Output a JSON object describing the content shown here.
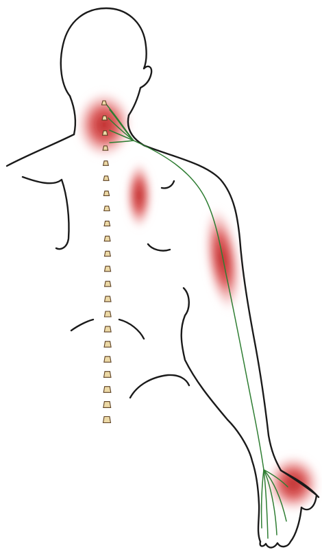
{
  "diagram": {
    "subject": "posterior-upper-body",
    "colors": {
      "outline": "#1a1a1a",
      "nerve": "#2e7d32",
      "pain": "#d32f2f",
      "pain_core": "#b71c1c",
      "vertebra_fill": "#ecd9a6",
      "vertebra_stroke": "#5b3f22"
    },
    "vertebrae_count": 22,
    "pain_regions": [
      "neck",
      "upper-back",
      "upper-arm",
      "hand"
    ]
  }
}
